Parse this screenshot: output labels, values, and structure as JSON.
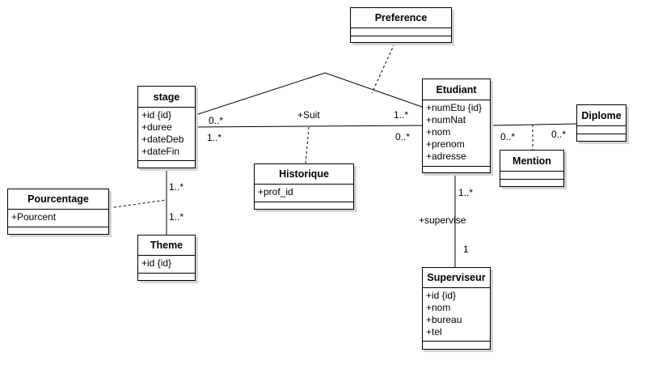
{
  "classes": {
    "preference": {
      "name": "Preference",
      "attributes": []
    },
    "stage": {
      "name": "stage",
      "attributes": [
        "+id {id}",
        "+duree",
        "+dateDeb",
        "+dateFin"
      ]
    },
    "etudiant": {
      "name": "Etudiant",
      "attributes": [
        "+numEtu {id}",
        "+numNat",
        "+nom",
        "+prenom",
        "+adresse"
      ]
    },
    "diplome": {
      "name": "Diplome",
      "attributes": []
    },
    "mention": {
      "name": "Mention",
      "attributes": []
    },
    "historique": {
      "name": "Historique",
      "attributes": [
        "+prof_id"
      ]
    },
    "pourcentage": {
      "name": "Pourcentage",
      "attributes": [
        "+Pourcent"
      ]
    },
    "theme": {
      "name": "Theme",
      "attributes": [
        "+id {id}"
      ]
    },
    "superviseur": {
      "name": "Superviseur",
      "attributes": [
        "+id {id}",
        "+nom",
        "+bureau",
        "+tel"
      ]
    }
  },
  "labels": {
    "suit": "+Suit",
    "supervise": "+supervise",
    "stage_pref_mult": "0..*",
    "stage_suit_mult": "1..*",
    "etudiant_pref_mult": "1..*",
    "etudiant_suit_mult": "0..*",
    "stage_theme_top": "1..*",
    "stage_theme_bottom": "1..*",
    "diplome_left_mult": "0..*",
    "diplome_right_mult": "0..*",
    "etudiant_supervise_mult": "1..*",
    "superviseur_mult": "1"
  }
}
